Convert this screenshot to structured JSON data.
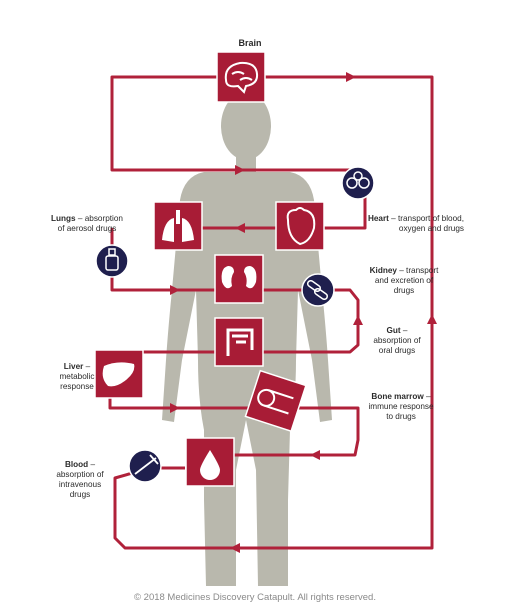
{
  "title": "Brain",
  "labels": {
    "heart": {
      "bold": "Heart",
      "text": " – transport of blood, oxygen and drugs"
    },
    "lungs": {
      "bold": "Lungs",
      "text": " – absorption of aerosol drugs"
    },
    "kidney": {
      "bold": "Kidney",
      "text": " – transport and excretion of drugs"
    },
    "gut": {
      "bold": "Gut",
      "text": " – absorption of oral drugs"
    },
    "liver": {
      "bold": "Liver",
      "text": " – metabolic response"
    },
    "bone_marrow": {
      "bold": "Bone marrow",
      "text": " – immune response to drugs"
    },
    "blood": {
      "bold": "Blood",
      "text": " – absorption of intravenous drugs"
    }
  },
  "footer": "© 2018 Medicines Discovery Catapult. All rights reserved.",
  "organs": [
    "brain-icon",
    "lungs-icon",
    "heart-icon",
    "kidney-icon",
    "gut-icon",
    "liver-icon",
    "bone-marrow-icon",
    "blood-drop-icon"
  ],
  "drug_routes": [
    "pills-icon",
    "inhaler-icon",
    "capsules-icon",
    "syringe-icon"
  ],
  "colors": {
    "flow": "#b0213a",
    "organ_box": "#a81c36",
    "drug_circle": "#1f1f4e",
    "body": "#b9b8ad"
  }
}
